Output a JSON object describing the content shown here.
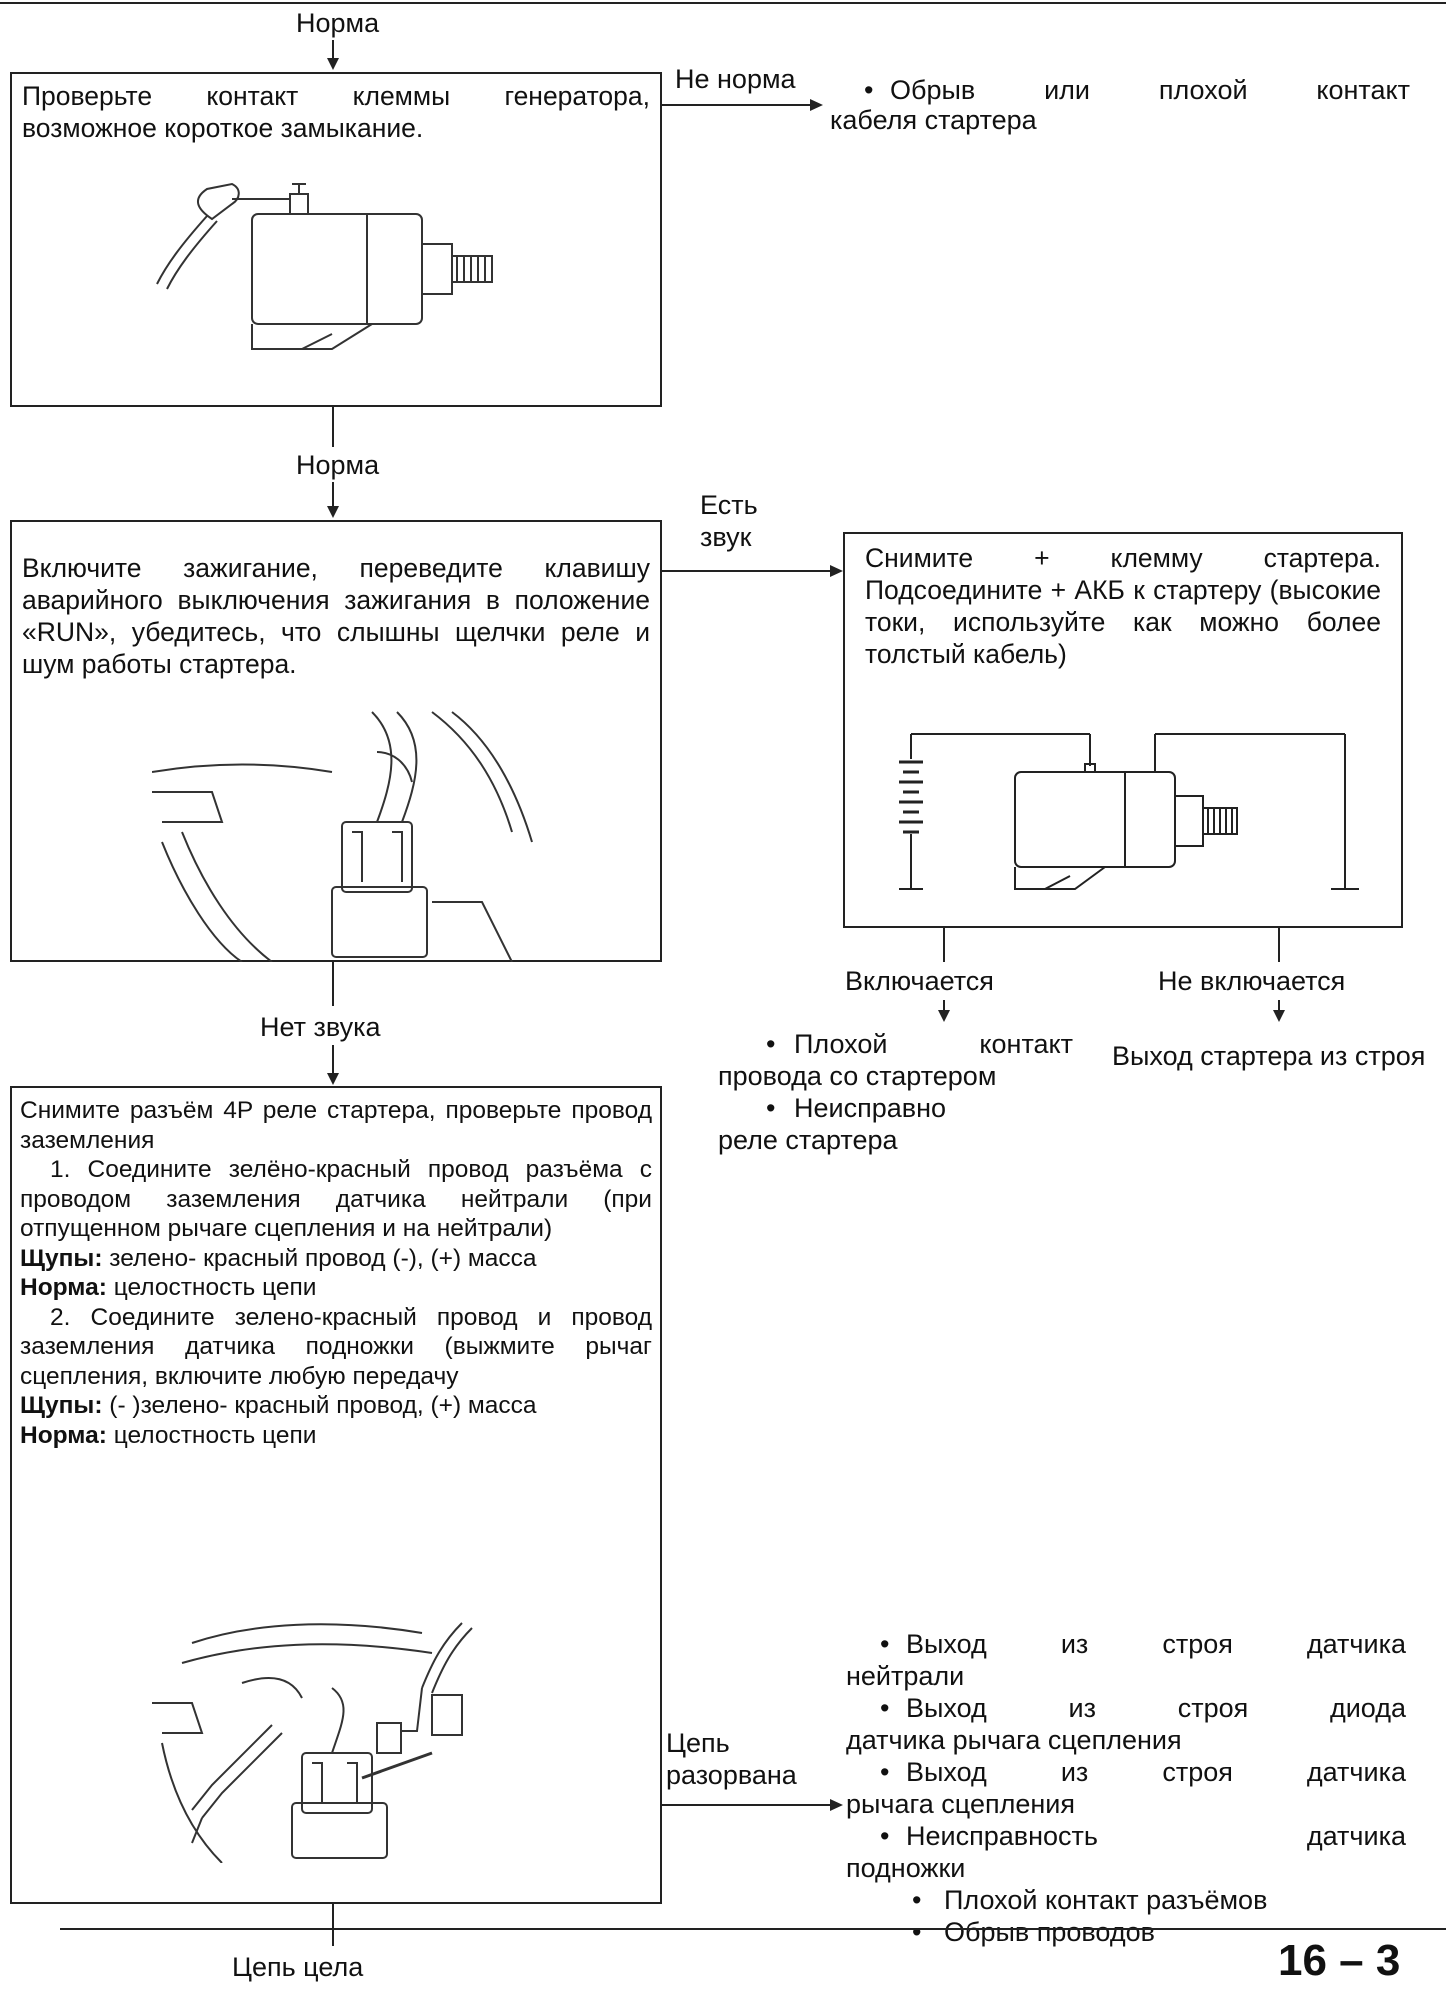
{
  "labels": {
    "norma_top": "Норма",
    "ne_norma": "Не норма",
    "norma_mid": "Норма",
    "est_zvuk_1": "Есть",
    "est_zvuk_2": "звук",
    "net_zvuka": "Нет звука",
    "vklyuchaetsya": "Включается",
    "ne_vklyuchaetsya": "Не включается",
    "cep_1": "Цепь",
    "cep_2": "разорвана",
    "cep_cela": "Цепь цела"
  },
  "box1": {
    "text": "Проверьте контакт клеммы генератора, возможное короткое замыкание."
  },
  "result1": {
    "line1": "Обрыв или плохой контакт",
    "line2": "кабеля стартера"
  },
  "box2": {
    "text": "Включите зажигание, переведите клавишу аварийного выключения зажигания в положение «RUN», убедитесь, что слышны щелчки реле и шум работы стартера."
  },
  "box_right": {
    "text": "Снимите + клемму стартера. Подсоедините + АКБ к стартеру (высокие токи, используйте как можно более толстый кабель)"
  },
  "result_on": {
    "item1_a": "Плохой контакт",
    "item1_b": "провода со стартером",
    "item2_a": "Неисправно",
    "item2_b": "реле стартера"
  },
  "result_off": {
    "text": "Выход стартера из строя"
  },
  "box3": {
    "intro": "Снимите разъём 4P реле стартера, проверьте провод заземления",
    "step1": "1. Соедините зелёно-красный провод разъёма с проводом заземления датчика нейтрали (при отпущенном рычаге сцепления и на нейтрали)",
    "probes_label1": "Щупы:",
    "probes_text1": " зелено- красный провод (-), (+) масса",
    "norm_label1": "Норма:",
    "norm_text1": " целостность цепи",
    "step2": "2. Соедините зелено-красный провод и провод заземления датчика подножки (выжмите рычаг сцепления, включите любую передачу",
    "probes_label2": "Щупы:",
    "probes_text2": " (- )зелено- красный провод, (+) масса",
    "norm_label2": "Норма:",
    "norm_text2": " целостность цепи"
  },
  "result3": {
    "i1a": "Выход из строя датчика",
    "i1b": "нейтрали",
    "i2a": "Выход из строя диода",
    "i2b": "датчика рычага сцепления",
    "i3a": "Выход из строя датчика",
    "i3b": "рычага сцепления",
    "i4a": "Неисправность датчика",
    "i4b": "подножки",
    "i5": "Плохой контакт разъёмов",
    "i6": "Обрыв проводов"
  },
  "page_number": "16 – 3",
  "icons": [
    "starter-motor-illustration",
    "relay-illustration",
    "battery-starter-diagram",
    "relay-wiring-illustration"
  ]
}
